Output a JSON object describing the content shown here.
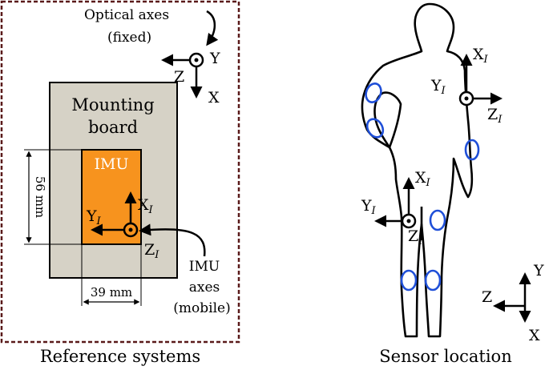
{
  "left_panel": {
    "caption": "Reference systems",
    "optical": {
      "title_line1": "Optical axes",
      "title_line2": "(fixed)",
      "axis_y": "Y",
      "axis_z": "Z",
      "axis_x": "X"
    },
    "board_label_line1": "Mounting",
    "board_label_line2": "board",
    "imu_label": "IMU",
    "imu_axes": {
      "x_base": "X",
      "y_base": "Y",
      "z_base": "Z",
      "sub": "I"
    },
    "dim_height": "56 mm",
    "dim_width": "39 mm",
    "imu_axes_caption_line1": "IMU",
    "imu_axes_caption_line2": "axes",
    "imu_axes_caption_line3": "(mobile)"
  },
  "right_panel": {
    "caption": "Sensor location",
    "upper_axes": {
      "x_base": "X",
      "y_base": "Y",
      "z_base": "Z",
      "sub": "I"
    },
    "lower_axes": {
      "x_base": "X",
      "y_base": "Y",
      "z_base": "Z",
      "sub": "I"
    },
    "global_axes": {
      "y": "Y",
      "z": "Z",
      "x": "X"
    }
  },
  "colors": {
    "dashed_border": "#5a1a1a",
    "board_fill": "#d6d2c6",
    "imu_fill": "#f7931e",
    "sensor_ring": "#1f4fd8"
  }
}
